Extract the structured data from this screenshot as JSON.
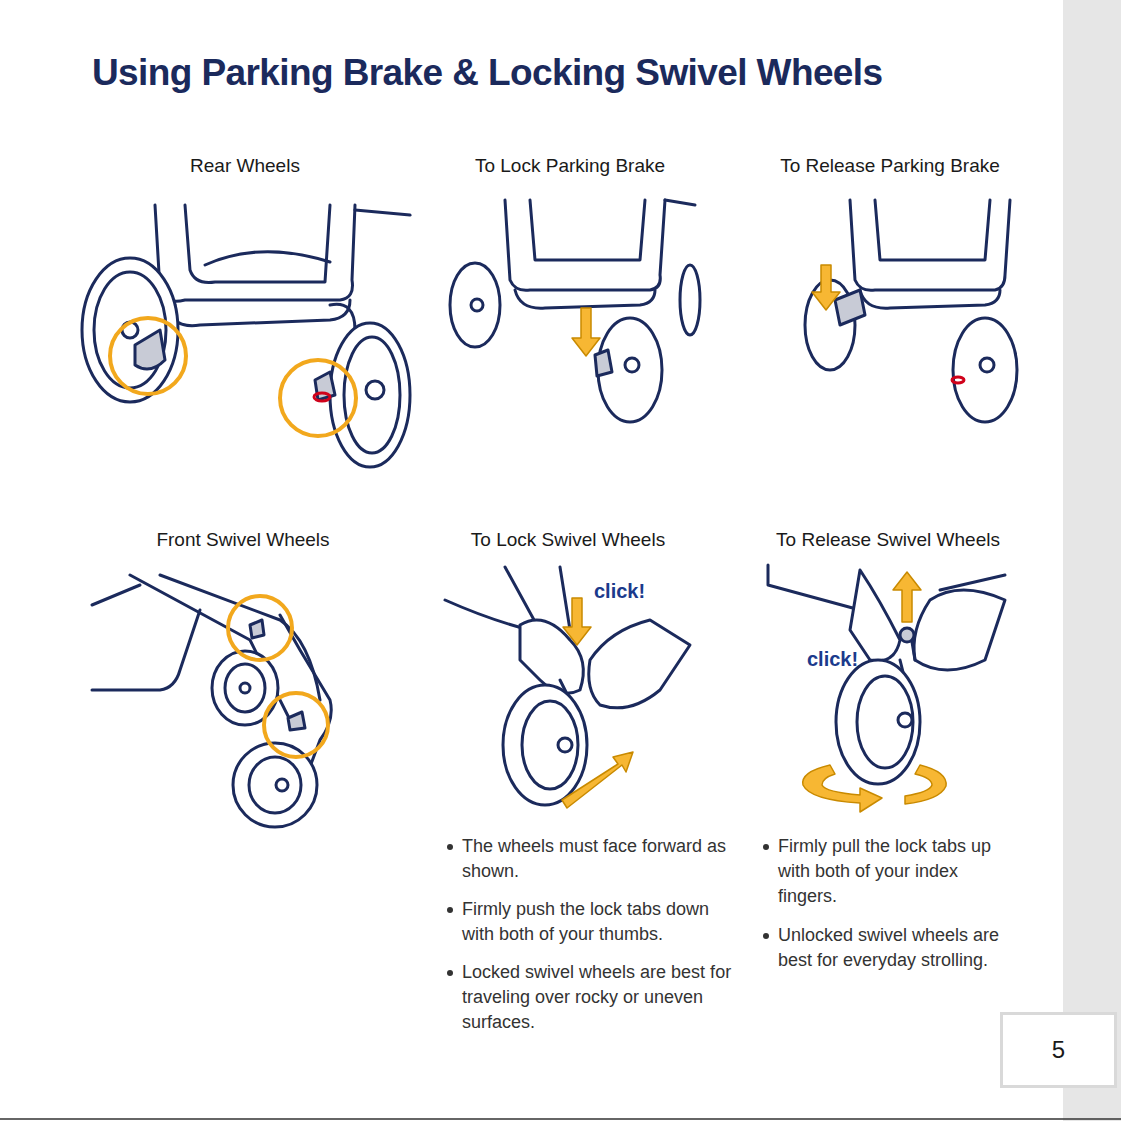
{
  "diagram": {
    "title": "Using Parking Brake & Locking Swivel Wheels",
    "nodes": [
      {
        "text": [
          "5"
        ]
      }
    ],
    "edges": [],
    "labels": [
      "Rear Wheels",
      "To Lock Parking Brake",
      "To Release Parking Brake",
      "Front Swivel Wheels",
      "To Lock Swivel Wheels",
      "To Release Swivel Wheels",
      "click!",
      "click!",
      "The wheels must face forward as shown.",
      "Firmly push the lock tabs down with both of your thumbs.",
      "Locked swivel wheels are best for traveling over rocky or uneven surfaces.",
      "Firmly pull the lock tabs up with both of your index fingers.",
      "Unlocked swivel wheels are best for everyday strolling."
    ]
  }
}
